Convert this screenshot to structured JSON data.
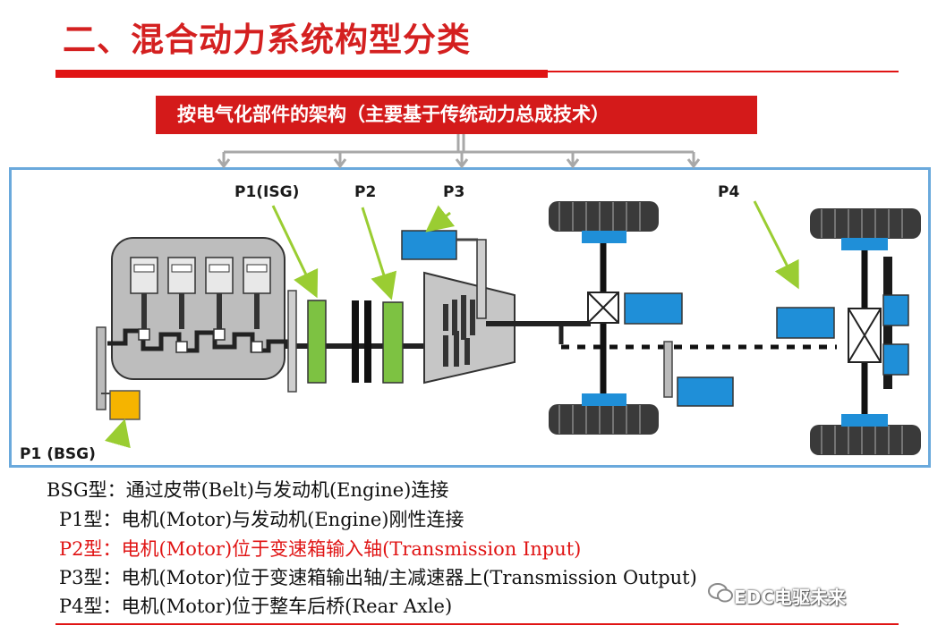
{
  "title": "二、混合动力系统构型分类",
  "banner": "按电气化部件的架构（主要基于传统动力总成技术）",
  "labels": {
    "p1_isg": "P1(ISG)",
    "p2": "P2",
    "p3": "P3",
    "p4": "P4",
    "p1_bsg": "P1 (BSG)"
  },
  "descriptions": [
    {
      "code": "BSG型：",
      "text": "通过皮带(Belt)与发动机(Engine)连接"
    },
    {
      "code": "P1型：",
      "text": "电机(Motor)与发动机(Engine)刚性连接"
    },
    {
      "code": "P2型：",
      "text": "电机(Motor)位于变速箱输入轴(Transmission Input)"
    },
    {
      "code": "P3型：",
      "text": "电机(Motor)位于变速箱输出轴/主减速器上(Transmission Output)"
    },
    {
      "code": "P4型：",
      "text": "电机(Motor)位于整车后桥(Rear Axle)"
    }
  ],
  "watermark": "EDC电驱未来",
  "colors": {
    "title_red": "#d42020",
    "frame_blue": "#6aa9dc",
    "motor_green": "#7dc242",
    "motor_blue": "#1f8fd8",
    "bsg_yellow": "#f5b400",
    "arrow_green": "#9acd32"
  },
  "icons": [
    "engine-block",
    "gear-icon",
    "wheel-icon",
    "differential-icon",
    "wechat-icon"
  ]
}
